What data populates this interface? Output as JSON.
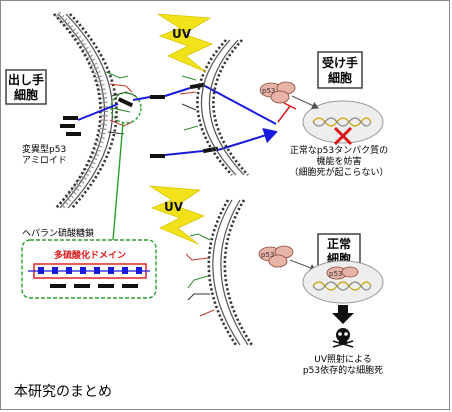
{
  "labels": {
    "sender_line1": "出し手",
    "sender_line2": "細胞",
    "mutant_line1": "変異型p53",
    "mutant_line2": "アミロイド",
    "uv_top": "UV",
    "uv_bottom": "UV",
    "receiver_line1": "受け手",
    "receiver_line2": "細胞",
    "p53_top": "p53",
    "p53_bottom1": "p53",
    "p53_bottom2": "p53",
    "disrupt_line1": "正常なp53タンパク質の",
    "disrupt_line2": "機能を妨害",
    "disrupt_line3": "（細胞死が起こらない）",
    "heparan": "ヘパラン硫酸糖鎖",
    "sulfation_domain": "多硫酸化ドメイン",
    "normal_line1": "正常",
    "normal_line2": "細胞",
    "death_line1": "UV照射による",
    "death_line2": "p53依存的な細胞死",
    "summary": "本研究のまとめ"
  },
  "icons": [
    "lightning-bolt-icon",
    "skull-icon",
    "dna-icon",
    "inhibition-arrow-icon"
  ],
  "colors": {
    "transport": "#1a1adc",
    "inhibit": "#d81818",
    "green": "#2aa02a",
    "uv": "#f2e21a",
    "protein": "#e8b4a8"
  }
}
